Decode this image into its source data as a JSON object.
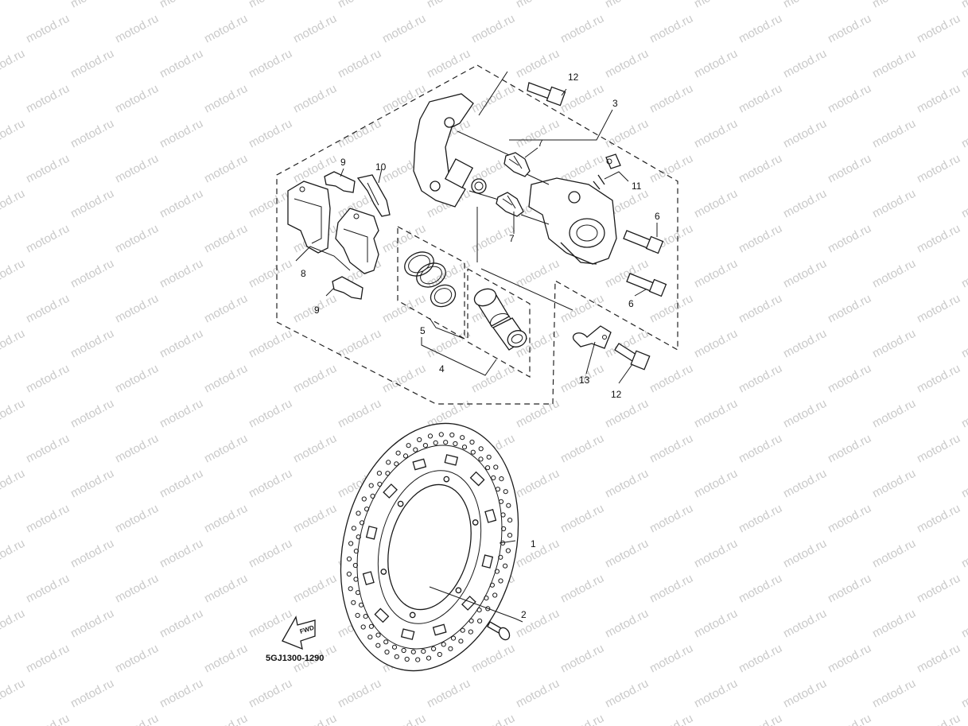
{
  "watermark": "motod.ru",
  "diagram_code": "5GJ1300-1290",
  "fwd_label": "FWD",
  "callouts": {
    "c1": "1",
    "c2": "2",
    "c3": "3",
    "c4": "4",
    "c5": "5",
    "c6a": "6",
    "c6b": "6",
    "c7a": "7",
    "c7b": "7",
    "c8": "8",
    "c9a": "9",
    "c9b": "9",
    "c10": "10",
    "c11": "11",
    "c12a": "12",
    "c12b": "12",
    "c13": "13"
  }
}
